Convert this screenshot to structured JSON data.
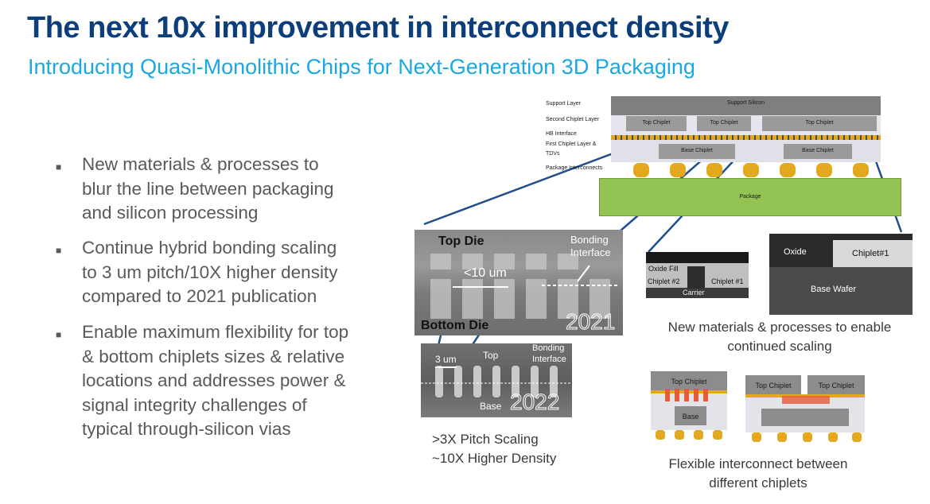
{
  "header": {
    "title": "The next 10x improvement in interconnect density",
    "subtitle": "Introducing Quasi-Monolithic Chips for Next-Generation 3D Packaging"
  },
  "bullets": [
    {
      "lines": [
        "New materials & processes to",
        "blur the line between packaging",
        "and silicon processing"
      ]
    },
    {
      "lines": [
        "Continue hybrid bonding scaling",
        "to 3 um pitch/10X higher density",
        "compared to 2021 publication"
      ]
    },
    {
      "lines": [
        "Enable maximum flexibility for top",
        "& bottom chiplets sizes & relative",
        "locations and addresses power &",
        "signal integrity challenges of",
        "typical through-silicon vias"
      ]
    }
  ],
  "stack_diagram": {
    "layer_labels": {
      "support_layer": "Support Layer",
      "second_chiplet_layer": "Second Chiplet Layer",
      "hb_interface": "HB Interface",
      "first_chiplet_layer_1": "First Chiplet Layer &",
      "first_chiplet_layer_2": "TDVs",
      "package_interconnects": "Package Interconnects"
    },
    "support_silicon": "Support Silicon",
    "top_chiplet": "Top Chiplet",
    "base_chiplet": "Base Chiplet",
    "package": "Package"
  },
  "sem_2021": {
    "top_die": "Top Die",
    "bottom_die": "Bottom Die",
    "pitch": "<10 um",
    "bonding_1": "Bonding",
    "bonding_2": "Interface",
    "year": "2021"
  },
  "sem_2022": {
    "pitch": "3 um",
    "top": "Top",
    "base": "Base",
    "bonding_1": "Bonding",
    "bonding_2": "Interface",
    "year": "2022"
  },
  "captions": {
    "pitch_scaling": ">3X Pitch Scaling",
    "density": "~10X Higher Density"
  },
  "carrier_image": {
    "oxide_fill": "Oxide Fill",
    "chiplet2": "Chiplet #2",
    "chiplet1": "Chiplet #1",
    "carrier": "Carrier"
  },
  "wafer_image": {
    "oxide": "Oxide",
    "chiplet1": "Chiplet#1",
    "base_wafer": "Base Wafer"
  },
  "materials_caption": {
    "line1": "New materials & processes to enable",
    "line2": "continued scaling"
  },
  "flex_diagrams": {
    "top_chiplet": "Top Chiplet",
    "base": "Base"
  },
  "flex_caption": {
    "line1": "Flexible interconnect between",
    "line2": "different chiplets"
  }
}
